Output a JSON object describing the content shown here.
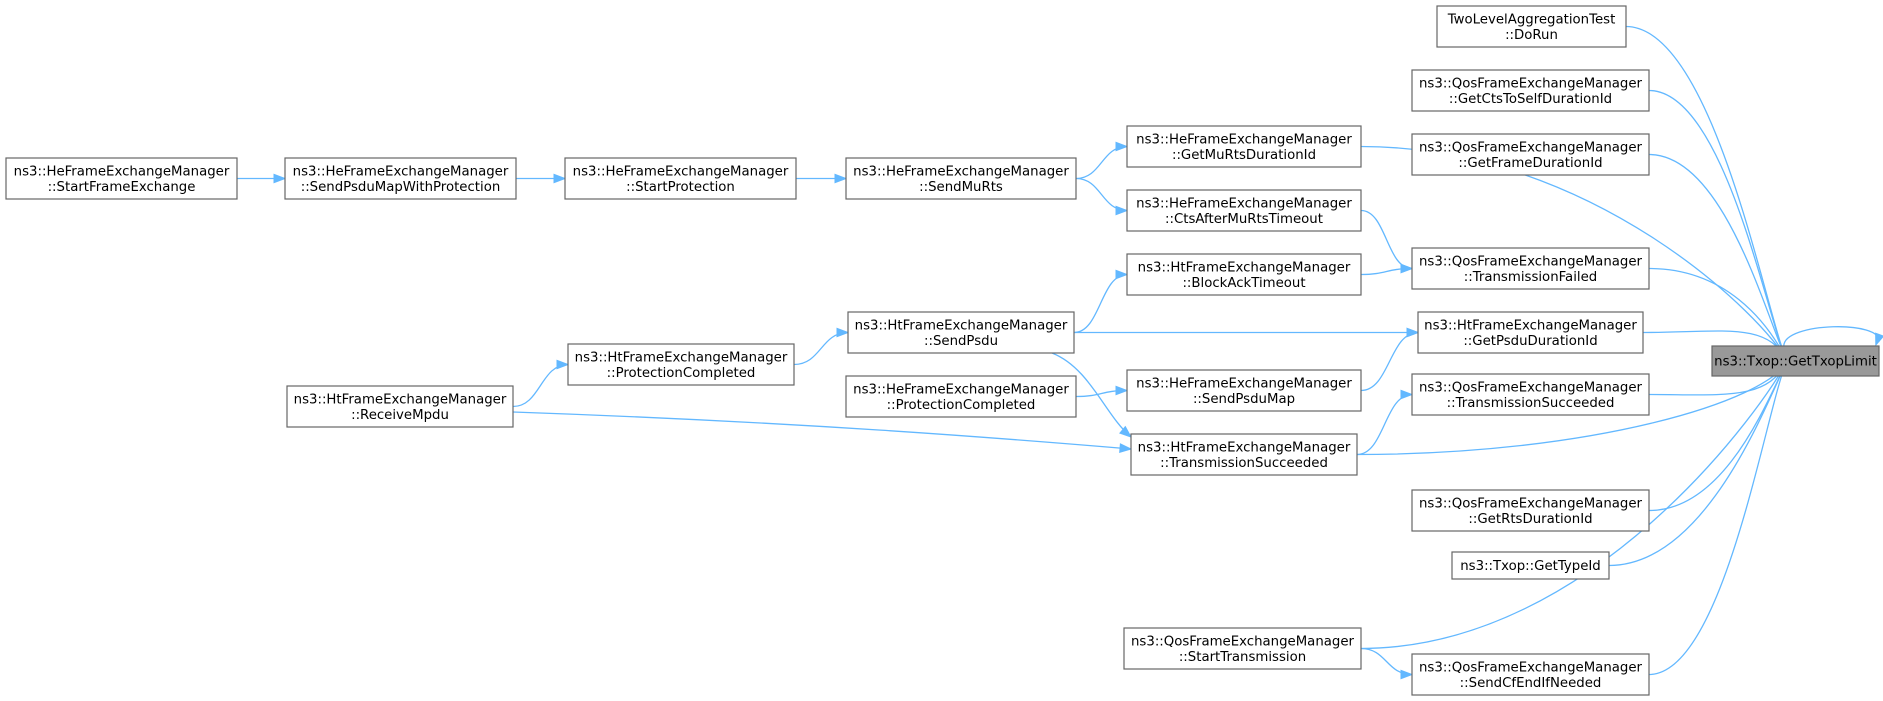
{
  "graph": {
    "kind": "caller-graph",
    "edge_color": "#63b8ff",
    "node_border_color": "#666666",
    "target_fill_color": "#999999",
    "nodes": [
      {
        "id": "target",
        "lines": [
          "ns3::Txop::GetTxopLimit"
        ],
        "highlighted": true
      },
      {
        "id": "tla_dorun",
        "lines": [
          "TwoLevelAggregationTest",
          "::DoRun"
        ]
      },
      {
        "id": "qos_getcts",
        "lines": [
          "ns3::QosFrameExchangeManager",
          "::GetCtsToSelfDurationId"
        ]
      },
      {
        "id": "qos_getframe",
        "lines": [
          "ns3::QosFrameExchangeManager",
          "::GetFrameDurationId"
        ]
      },
      {
        "id": "he_getmurts",
        "lines": [
          "ns3::HeFrameExchangeManager",
          "::GetMuRtsDurationId"
        ]
      },
      {
        "id": "he_ctsaftermurts",
        "lines": [
          "ns3::HeFrameExchangeManager",
          "::CtsAfterMuRtsTimeout"
        ]
      },
      {
        "id": "qos_txfailed",
        "lines": [
          "ns3::QosFrameExchangeManager",
          "::TransmissionFailed"
        ]
      },
      {
        "id": "ht_blockack",
        "lines": [
          "ns3::HtFrameExchangeManager",
          "::BlockAckTimeout"
        ]
      },
      {
        "id": "ht_getpsdu",
        "lines": [
          "ns3::HtFrameExchangeManager",
          "::GetPsduDurationId"
        ]
      },
      {
        "id": "he_sendpsdumap",
        "lines": [
          "ns3::HeFrameExchangeManager",
          "::SendPsduMap"
        ]
      },
      {
        "id": "qos_txsucc",
        "lines": [
          "ns3::QosFrameExchangeManager",
          "::TransmissionSucceeded"
        ]
      },
      {
        "id": "ht_txsucc",
        "lines": [
          "ns3::HtFrameExchangeManager",
          "::TransmissionSucceeded"
        ]
      },
      {
        "id": "qos_getrts",
        "lines": [
          "ns3::QosFrameExchangeManager",
          "::GetRtsDurationId"
        ]
      },
      {
        "id": "txop_gettypeid",
        "lines": [
          "ns3::Txop::GetTypeId"
        ]
      },
      {
        "id": "qos_starttx",
        "lines": [
          "ns3::QosFrameExchangeManager",
          "::StartTransmission"
        ]
      },
      {
        "id": "qos_sendcfend",
        "lines": [
          "ns3::QosFrameExchangeManager",
          "::SendCfEndIfNeeded"
        ]
      },
      {
        "id": "he_sendmurts",
        "lines": [
          "ns3::HeFrameExchangeManager",
          "::SendMuRts"
        ]
      },
      {
        "id": "ht_sendpsdu",
        "lines": [
          "ns3::HtFrameExchangeManager",
          "::SendPsdu"
        ]
      },
      {
        "id": "he_protcompleted",
        "lines": [
          "ns3::HeFrameExchangeManager",
          "::ProtectionCompleted"
        ]
      },
      {
        "id": "he_startprot",
        "lines": [
          "ns3::HeFrameExchangeManager",
          "::StartProtection"
        ]
      },
      {
        "id": "ht_protcompleted",
        "lines": [
          "ns3::HtFrameExchangeManager",
          "::ProtectionCompleted"
        ]
      },
      {
        "id": "he_sendpsdumapprot",
        "lines": [
          "ns3::HeFrameExchangeManager",
          "::SendPsduMapWithProtection"
        ]
      },
      {
        "id": "ht_receivempdu",
        "lines": [
          "ns3::HtFrameExchangeManager",
          "::ReceiveMpdu"
        ]
      },
      {
        "id": "he_startframe",
        "lines": [
          "ns3::HeFrameExchangeManager",
          "::StartFrameExchange"
        ]
      }
    ],
    "edges": [
      {
        "from": "target",
        "to": "target"
      },
      {
        "from": "tla_dorun",
        "to": "target"
      },
      {
        "from": "qos_getcts",
        "to": "target"
      },
      {
        "from": "qos_getframe",
        "to": "target"
      },
      {
        "from": "he_getmurts",
        "to": "target"
      },
      {
        "from": "qos_txfailed",
        "to": "target"
      },
      {
        "from": "ht_getpsdu",
        "to": "target"
      },
      {
        "from": "qos_txsucc",
        "to": "target"
      },
      {
        "from": "ht_txsucc",
        "to": "target"
      },
      {
        "from": "qos_getrts",
        "to": "target"
      },
      {
        "from": "txop_gettypeid",
        "to": "target"
      },
      {
        "from": "qos_starttx",
        "to": "target"
      },
      {
        "from": "qos_sendcfend",
        "to": "target"
      },
      {
        "from": "he_sendmurts",
        "to": "he_getmurts"
      },
      {
        "from": "he_sendmurts",
        "to": "he_ctsaftermurts"
      },
      {
        "from": "he_ctsaftermurts",
        "to": "qos_txfailed"
      },
      {
        "from": "ht_blockack",
        "to": "qos_txfailed"
      },
      {
        "from": "ht_sendpsdu",
        "to": "ht_blockack"
      },
      {
        "from": "ht_sendpsdu",
        "to": "ht_getpsdu"
      },
      {
        "from": "he_sendpsdumap",
        "to": "ht_getpsdu"
      },
      {
        "from": "he_protcompleted",
        "to": "he_sendpsdumap"
      },
      {
        "from": "ht_sendpsdu",
        "to": "ht_txsucc"
      },
      {
        "from": "ht_txsucc",
        "to": "qos_txsucc"
      },
      {
        "from": "ht_protcompleted",
        "to": "ht_sendpsdu"
      },
      {
        "from": "ht_receivempdu",
        "to": "ht_protcompleted"
      },
      {
        "from": "ht_receivempdu",
        "to": "ht_txsucc"
      },
      {
        "from": "he_startprot",
        "to": "he_sendmurts"
      },
      {
        "from": "he_sendpsdumapprot",
        "to": "he_startprot"
      },
      {
        "from": "he_startframe",
        "to": "he_sendpsdumapprot"
      },
      {
        "from": "qos_starttx",
        "to": "qos_sendcfend"
      }
    ]
  }
}
